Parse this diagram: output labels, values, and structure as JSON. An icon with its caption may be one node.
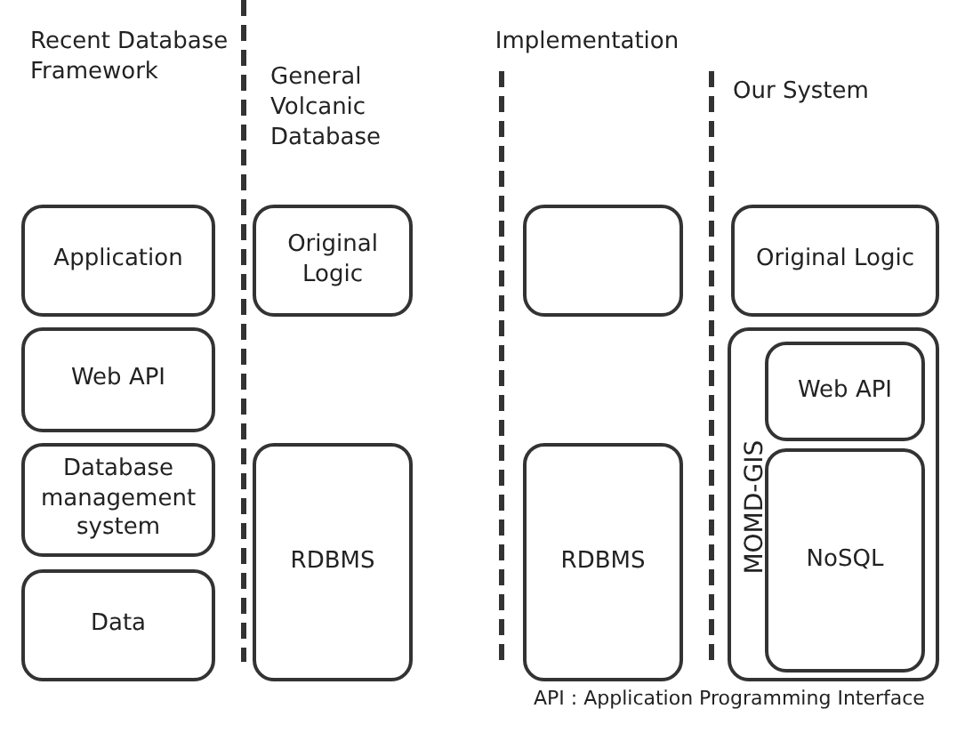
{
  "diagram": {
    "nodes": [
      {
        "text": [
          "Application"
        ]
      },
      {
        "text": [
          "Web API"
        ]
      },
      {
        "text": [
          "Database management system"
        ]
      },
      {
        "text": [
          "Data"
        ]
      },
      {
        "text": [
          "Original Logic"
        ]
      },
      {
        "text": [
          "RDBMS"
        ]
      },
      {
        "text": [],
        "shape": "box"
      },
      {
        "text": [
          "RDBMS"
        ]
      },
      {
        "text": [
          "Original Logic"
        ]
      },
      {
        "text": [
          "MOMD-GIS"
        ]
      },
      {
        "text": [
          "Web API"
        ],
        "in": 9
      },
      {
        "text": [
          "NoSQL"
        ],
        "in": 9
      }
    ],
    "edges": [],
    "labels": [
      "Recent Database Framework",
      "Implementation",
      "General Volcanic Database",
      "Our System",
      "API : Application Programming Interface"
    ]
  }
}
